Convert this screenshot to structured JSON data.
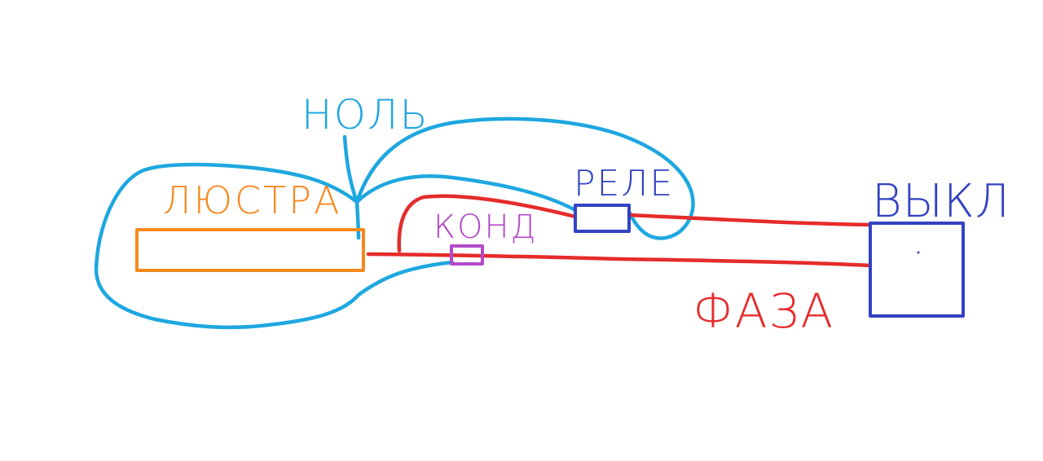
{
  "labels": {
    "neutral": "НОЛЬ",
    "chandelier": "ЛЮСТРА",
    "relay": "РЕЛЕ",
    "capacitor": "КОНД",
    "switch": "ВЫКЛ",
    "phase": "ФАЗА"
  },
  "colors": {
    "neutral": "#1ea7e0",
    "chandelier": "#f7881f",
    "relay": "#3342c2",
    "capacitor": "#b34ac7",
    "switch": "#3342c2",
    "phase": "#e52b2b"
  }
}
